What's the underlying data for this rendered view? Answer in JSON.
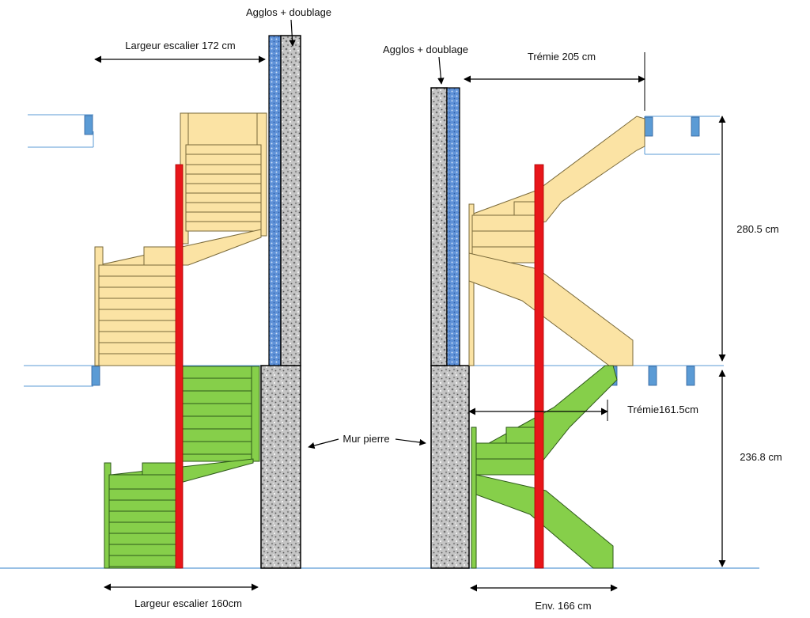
{
  "labels": {
    "agglos_left": "Agglos + doublage",
    "agglos_right": "Agglos + doublage",
    "largeur_top": "Largeur escalier 172 cm",
    "largeur_bottom": "Largeur escalier  160cm",
    "tremie_top": "Trémie 205 cm",
    "tremie_mid": "Trémie161.5cm",
    "mur_pierre": "Mur pierre",
    "height_upper": "280.5 cm",
    "height_lower": "236.8 cm",
    "env": "Env. 166 cm"
  },
  "colors": {
    "upper_stair": "#fbe3a4",
    "lower_stair": "#86cf4a",
    "post": "#e8161a",
    "insulation": "#5b8fd6",
    "stone": "#b8b8b8",
    "joist": "#5b9bd5",
    "floor_line": "#5b9bd5"
  }
}
